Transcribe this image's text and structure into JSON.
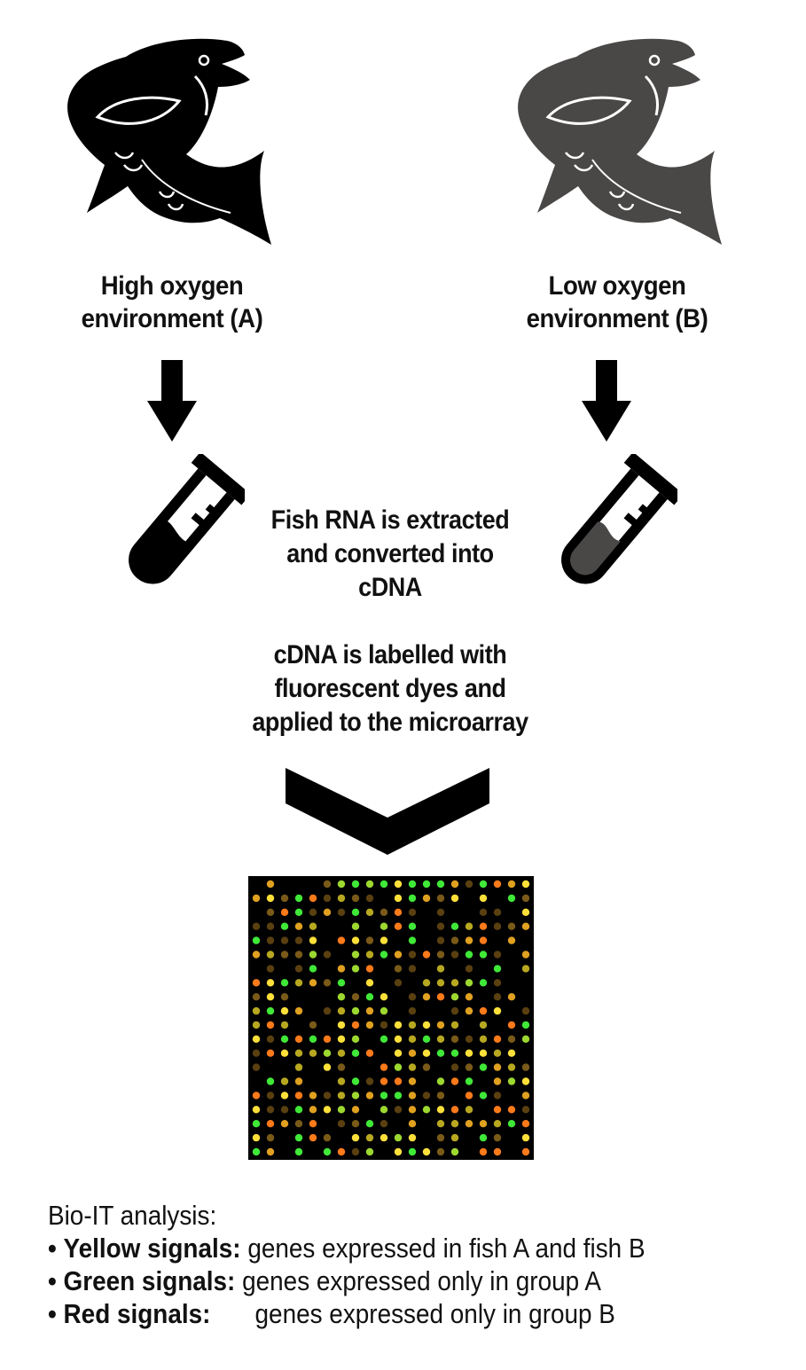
{
  "left_panel": {
    "label_line1": "High oxygen",
    "label_line2": "environment (A)",
    "fish_icon": "fish-icon",
    "fish_color": "#000000",
    "tube_icon": "test-tube-icon",
    "tube_liquid_color": "#000000"
  },
  "right_panel": {
    "label_line1": "Low oxygen",
    "label_line2": "environment (B)",
    "fish_icon": "fish-icon",
    "fish_color": "#4a4747",
    "tube_icon": "test-tube-icon",
    "tube_liquid_color": "#4a4747"
  },
  "step1": {
    "line1": "Fish RNA is extracted",
    "line2": "and converted into",
    "line3": "cDNA"
  },
  "step2": {
    "line1": "cDNA is labelled with",
    "line2": "fluorescent dyes and",
    "line3": "applied to the microarray"
  },
  "microarray": {
    "icon": "microarray-grid",
    "rows": 20,
    "cols": 20,
    "background": "#000000",
    "spot_colors": [
      "#ffe03a",
      "#40e838",
      "#ff7a1a",
      "#b8a820",
      "#7a5a18",
      "#5a4010",
      "#9cd830",
      "#e0a020"
    ]
  },
  "analysis": {
    "title": "Bio-IT analysis:",
    "items": [
      {
        "bullet": "•",
        "key": "Yellow signals:",
        "text": "genes expressed in fish A and fish B"
      },
      {
        "bullet": "•",
        "key": "Green signals:",
        "text": "genes expressed only in group A"
      },
      {
        "bullet": "•",
        "key": "Red signals:",
        "text": "genes expressed only in group B"
      }
    ]
  }
}
